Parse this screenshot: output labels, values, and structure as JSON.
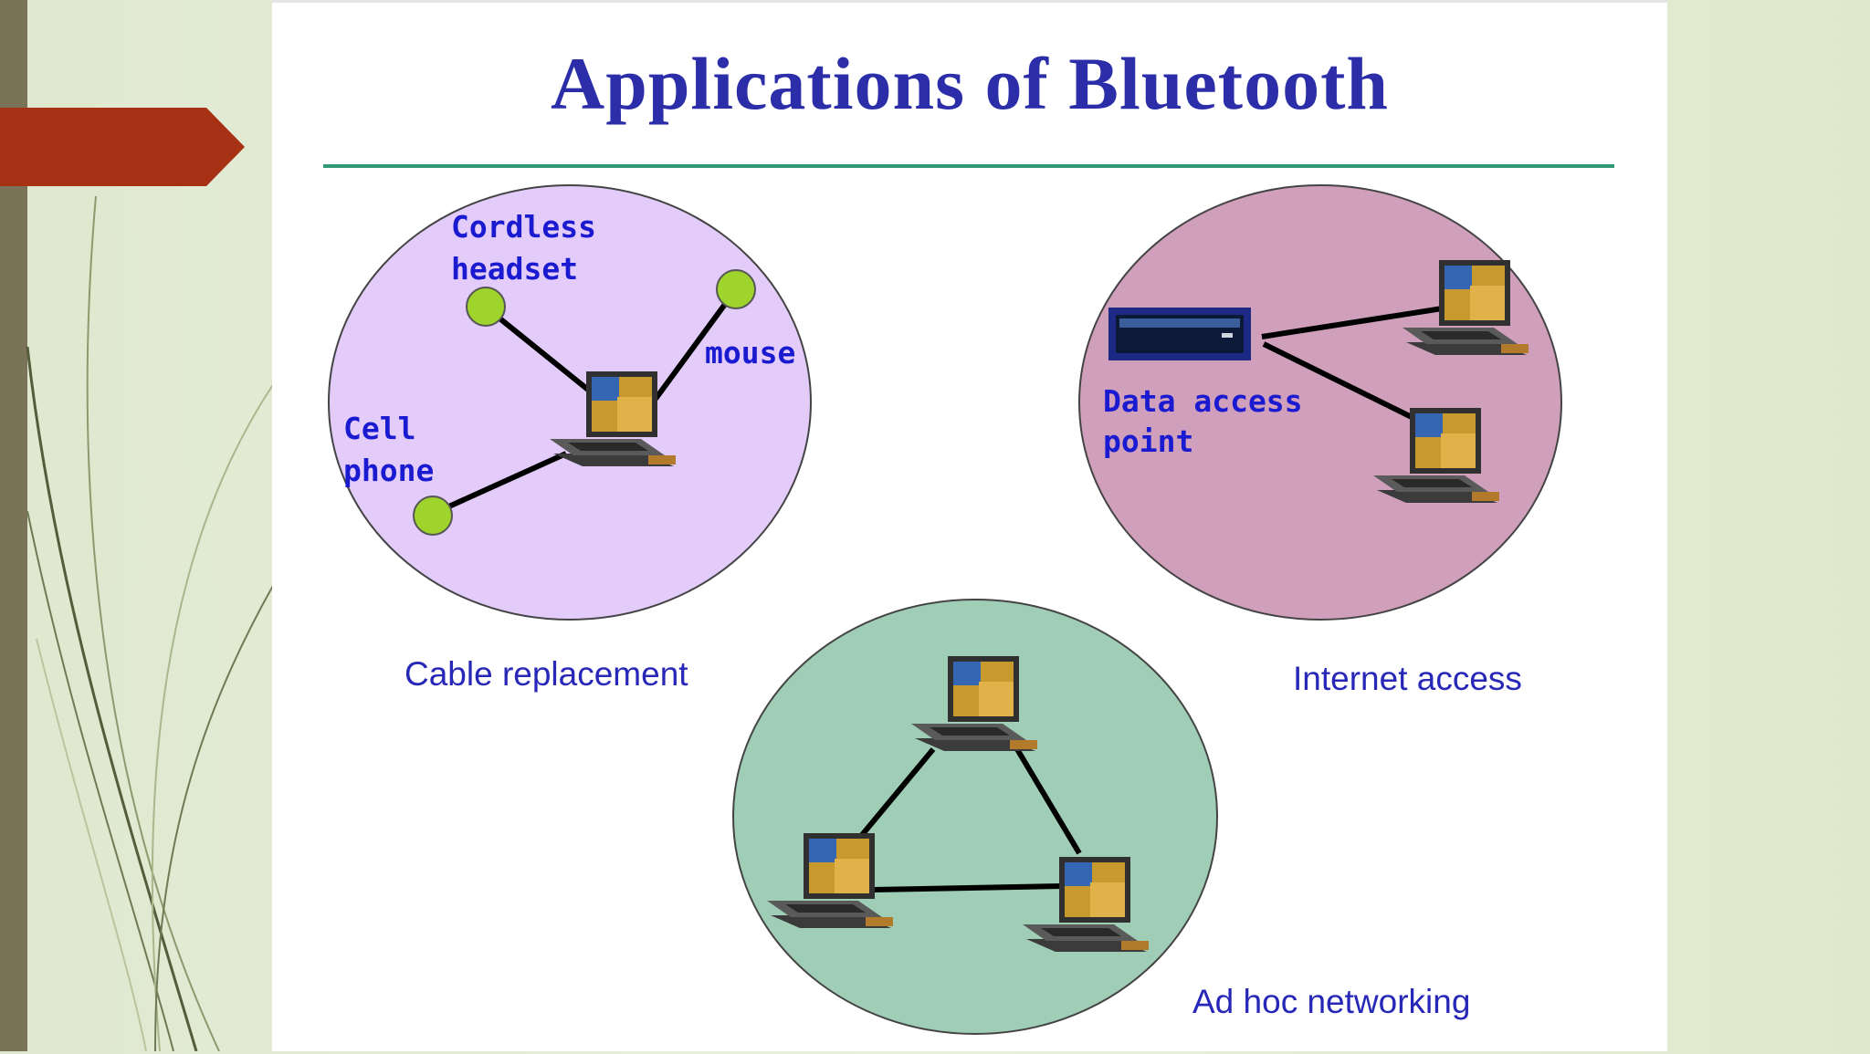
{
  "title": "Applications of Bluetooth",
  "colors": {
    "title": "#2b2ea8",
    "rule": "#2f9a73",
    "cable_circle": "#e3ccf9",
    "internet_circle": "#cf9fbb",
    "adhoc_circle": "#9fcdb5",
    "device_dot": "#9fd42c",
    "accent_arrow": "#a63115"
  },
  "icons": [
    "laptop-icon",
    "access-point-icon",
    "device-dot-icon"
  ],
  "cable": {
    "caption": "Cable replacement",
    "label_headset_line1": "Cordless",
    "label_headset_line2": "headset",
    "label_mouse": "mouse",
    "label_phone_line1": "Cell",
    "label_phone_line2": "phone"
  },
  "internet": {
    "caption": "Internet access",
    "label_ap_line1": "Data access",
    "label_ap_line2": "point"
  },
  "adhoc": {
    "caption": "Ad hoc networking"
  }
}
